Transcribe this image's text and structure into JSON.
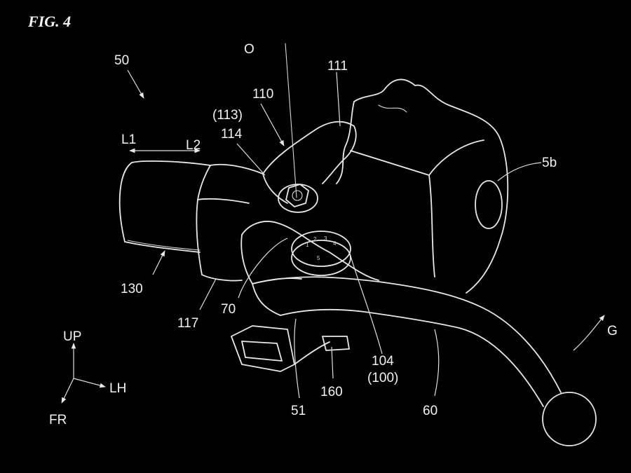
{
  "figure": {
    "title": "FIG. 4"
  },
  "labels": {
    "l50": "50",
    "lO": "O",
    "l111": "111",
    "l110": "110",
    "l113": "(113)",
    "l114": "114",
    "lL1": "L1",
    "lL2": "L2",
    "l5b": "5b",
    "l130": "130",
    "l117": "117",
    "l70": "70",
    "l104": "104",
    "l100": "(100)",
    "l160": "160",
    "l51": "51",
    "l60": "60",
    "lG": "G",
    "lUP": "UP",
    "lLH": "LH",
    "lFR": "FR"
  },
  "colors": {
    "background": "#000000",
    "line": "#e8e8e8"
  }
}
